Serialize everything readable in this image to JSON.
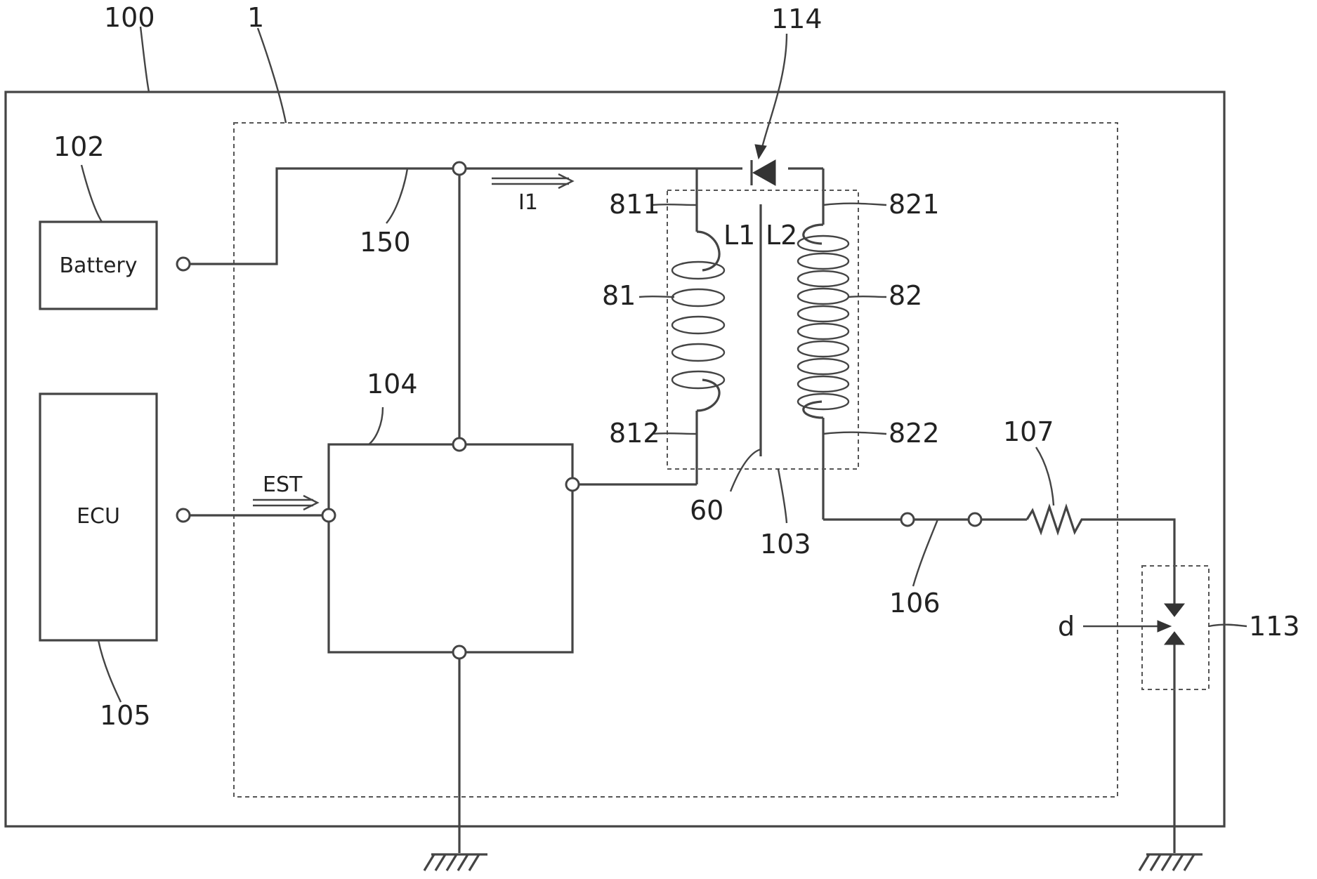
{
  "figure": {
    "blocks": {
      "battery": "Battery",
      "ecu": "ECU"
    },
    "reference_numerals": {
      "system": "100",
      "ignition_device": "1",
      "battery": "102",
      "ignition_coil": "103",
      "switching_unit": "104",
      "ecu": "105",
      "secondary_path": "106",
      "resistor": "107",
      "spark_plug": "113",
      "diode": "114",
      "power_line": "150",
      "core": "60",
      "primary_coil": "81",
      "primary_start": "811",
      "primary_end": "812",
      "secondary_coil": "82",
      "secondary_start": "821",
      "secondary_end": "822"
    },
    "labels": {
      "current": "I1",
      "signal": "EST",
      "primary_inductance": "L1",
      "secondary_inductance": "L2",
      "gap": "d"
    }
  }
}
